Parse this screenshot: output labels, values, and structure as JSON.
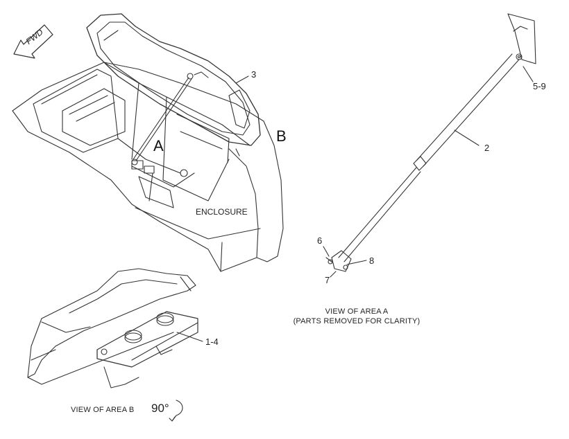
{
  "direction": {
    "arrow_text": "FWD"
  },
  "area_labels": {
    "a": "A",
    "b": "B"
  },
  "enclosure_label": "ENCLOSURE",
  "callouts": {
    "c1_4": "1-4",
    "c2": "2",
    "c3": "3",
    "c5_9": "5-9",
    "c6": "6",
    "c7": "7",
    "c8": "8"
  },
  "captions": {
    "view_a_line1": "VIEW OF AREA A",
    "view_a_line2": "(PARTS REMOVED FOR CLARITY)",
    "view_b": "VIEW OF AREA B",
    "rotation": "90°"
  },
  "colors": {
    "line": "#333333",
    "background": "#ffffff"
  }
}
